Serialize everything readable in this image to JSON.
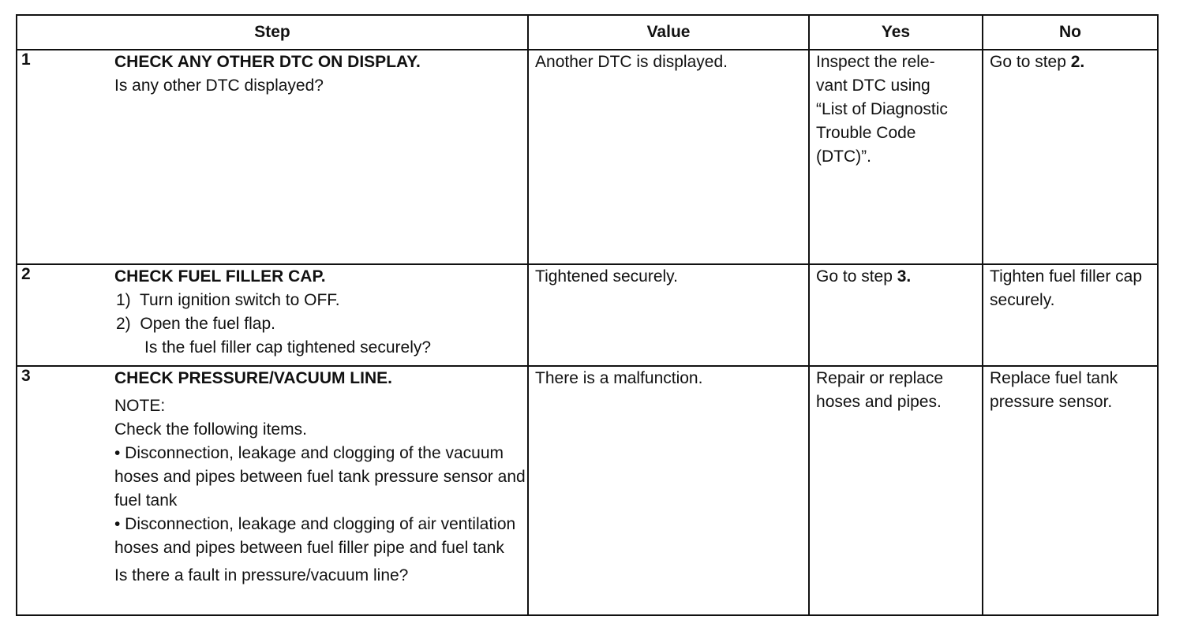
{
  "header": {
    "step": "Step",
    "value": "Value",
    "yes": "Yes",
    "no": "No"
  },
  "rows": [
    {
      "num": "1",
      "title": "CHECK ANY OTHER DTC ON DISPLAY.",
      "question": "Is any other DTC displayed?",
      "value": "Another DTC is displayed.",
      "yes": "Inspect the relevant DTC using “List of Diagnostic Trouble Code (DTC)”.",
      "yes_lines": [
        "Inspect the rele-",
        "vant DTC using",
        "“List of Diagnostic",
        "Trouble Code",
        "(DTC)”."
      ],
      "no_prefix": "Go to step ",
      "no_step": "2."
    },
    {
      "num": "2",
      "title": "CHECK FUEL FILLER CAP.",
      "items": [
        {
          "marker": "1)",
          "text": "Turn ignition switch to OFF."
        },
        {
          "marker": "2)",
          "text": "Open the fuel flap."
        }
      ],
      "question": "Is the fuel filler cap tightened securely?",
      "value": "Tightened securely.",
      "yes_prefix": "Go to step ",
      "yes_step": "3.",
      "no": "Tighten fuel filler cap securely."
    },
    {
      "num": "3",
      "title": "CHECK PRESSURE/VACUUM LINE.",
      "note_label": "NOTE:",
      "note_intro": "Check the following items.",
      "bullets": [
        "• Disconnection, leakage and clogging of the vacuum hoses and pipes between fuel tank pressure sensor and fuel tank",
        "• Disconnection, leakage and clogging of air ventilation hoses and pipes between fuel filler pipe and fuel tank"
      ],
      "question": "Is there a fault in pressure/vacuum line?",
      "value": "There is a malfunction.",
      "yes": "Repair or replace hoses and pipes.",
      "no": "Replace fuel tank pressure sensor."
    }
  ]
}
